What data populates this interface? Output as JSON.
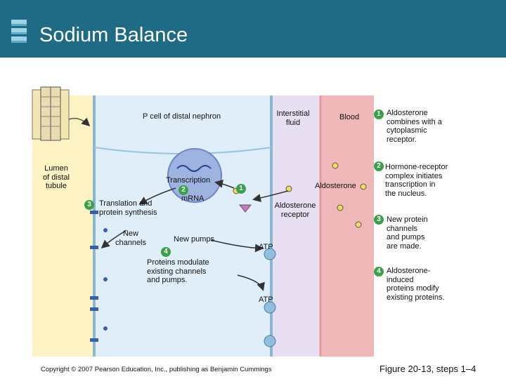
{
  "slide": {
    "title": "Sodium Balance",
    "copyright": "Copyright © 2007 Pearson Education, Inc., publishing as Benjamin Cummings",
    "figure_caption": "Figure 20-13, steps 1–4"
  },
  "diagram": {
    "region_labels": {
      "p_cell": "P cell of distal nephron",
      "interstitial": [
        "Interstitial",
        "fluid"
      ],
      "blood": "Blood",
      "lumen": [
        "Lumen",
        "of distal",
        "tubule"
      ]
    },
    "labels": {
      "transcription": "Transcription",
      "mrna": "mRNA",
      "translation": [
        "Translation and",
        "protein synthesis"
      ],
      "new_channels": [
        "New",
        "channels"
      ],
      "new_pumps": "New pumps",
      "aldosterone": "Aldosterone",
      "receptor": [
        "Aldosterone",
        "receptor"
      ],
      "atp_1": "ATP",
      "atp_2": "ATP",
      "modulate": [
        "Proteins modulate",
        "existing channels",
        "and pumps."
      ]
    },
    "badges": {
      "transcription": "2",
      "receptor": "1",
      "translation": "3",
      "modulate": "4"
    }
  },
  "steps": [
    {
      "number": "1",
      "lines": [
        "Aldosterone",
        "combines with a",
        "cytoplasmic",
        "receptor."
      ]
    },
    {
      "number": "2",
      "lines": [
        "Hormone-receptor",
        "complex initiates",
        "transcription in",
        "the nucleus."
      ]
    },
    {
      "number": "3",
      "lines": [
        "New protein",
        "channels",
        "and pumps",
        "are made."
      ]
    },
    {
      "number": "4",
      "lines": [
        "Aldosterone-",
        "induced",
        "proteins modify",
        "existing proteins."
      ]
    }
  ],
  "colors": {
    "header": "#1f6b86",
    "lumen": "#fdf2c4",
    "cell": "#dfeef8",
    "interstitial": "#e8e0f2",
    "blood": "#f0b8b8",
    "step_badge": "#3aa04a",
    "aldosterone": "#f3dc5a",
    "receptor": "#c87ac8"
  }
}
